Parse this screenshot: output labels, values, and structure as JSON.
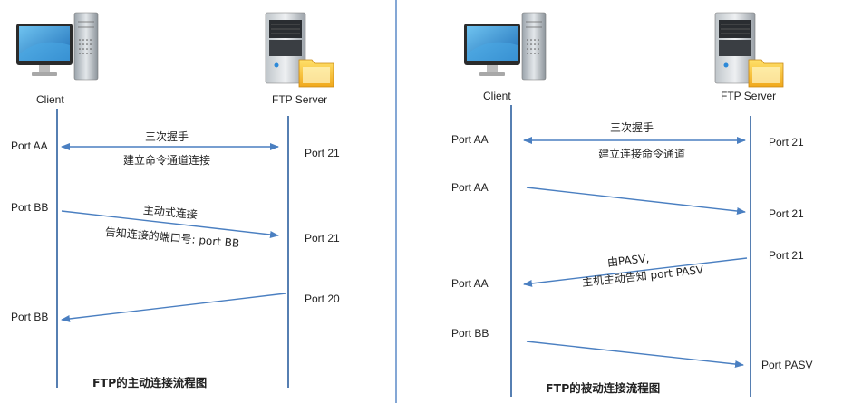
{
  "left": {
    "client_label": "Client",
    "server_label": "FTP Server",
    "port_aa": "Port  AA",
    "port_21_top": "Port 21",
    "handshake": "三次握手",
    "cmd_channel": "建立命令通道连接",
    "port_bb": "Port BB",
    "active_conn": "主动式连接",
    "notify_port": "告知连接的端口号: port BB",
    "port_21_mid": "Port  21",
    "port_20": "Port  20",
    "port_bb_bottom": "Port BB",
    "title": "FTP的主动连接流程图"
  },
  "right": {
    "client_label": "Client",
    "server_label": "FTP Server",
    "port_aa_top": "Port  AA",
    "port_21_top": "Port 21",
    "handshake": "三次握手",
    "cmd_channel": "建立连接命令通道",
    "port_aa_mid": "Port  AA",
    "port_21_a": "Port  21",
    "port_21_b": "Port 21",
    "pasv_1": "由PASV,",
    "pasv_2": "主机主动告知 port PASV",
    "port_aa_low": "Port  AA",
    "port_bb": "Port BB",
    "port_pasv": "Port  PASV",
    "title": "FTP的被动连接流程图"
  },
  "colors": {
    "arrow": "#4a7fc1",
    "lifeline": "#2c5f9e",
    "divider": "#5b8ac7"
  }
}
